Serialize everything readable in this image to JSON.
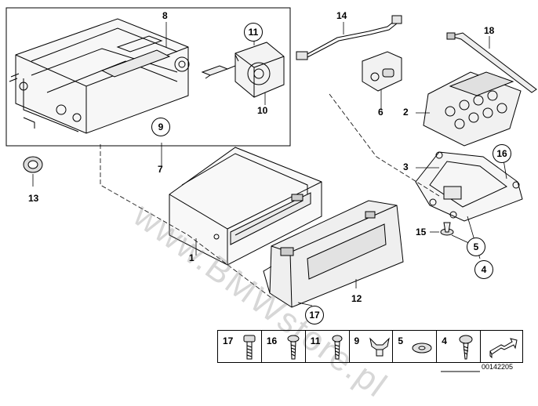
{
  "watermark": "www.BMWstore.pl",
  "diagram_code": "00142205",
  "callouts": {
    "c1": "1",
    "c2": "2",
    "c3": "3",
    "c4": "4",
    "c5": "5",
    "c6": "6",
    "c7": "7",
    "c8": "8",
    "c9": "9",
    "c10": "10",
    "c11": "11",
    "c12": "12",
    "c13": "13",
    "c14": "14",
    "c15": "15",
    "c16": "16",
    "c17": "17",
    "c18": "18"
  },
  "legend": [
    {
      "num": "17",
      "icon": "bolt-icon"
    },
    {
      "num": "16",
      "icon": "torx-screw-icon"
    },
    {
      "num": "11",
      "icon": "torx-screw-icon"
    },
    {
      "num": "9",
      "icon": "wing-nut-icon"
    },
    {
      "num": "5",
      "icon": "washer-icon"
    },
    {
      "num": "4",
      "icon": "pan-head-screw-icon"
    },
    {
      "num": "",
      "icon": "direction-arrow-icon"
    }
  ]
}
